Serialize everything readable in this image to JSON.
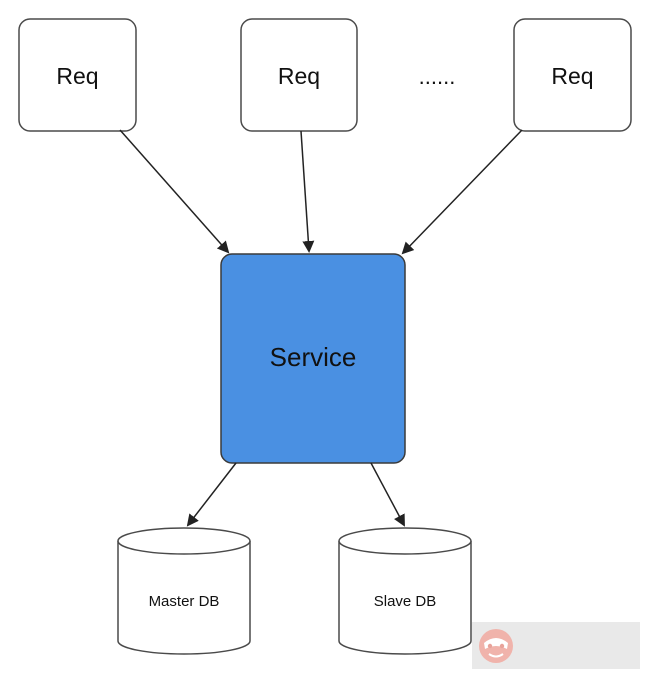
{
  "nodes": {
    "req_1": "Req",
    "req_2": "Req",
    "ellipsis": "......",
    "req_3": "Req",
    "service": "Service",
    "master_db": "Master DB",
    "slave_db": "Slave DB"
  },
  "colors": {
    "service_fill": "#4a90e2",
    "service_stroke": "#3a3a3a",
    "node_stroke": "#4a4a4a",
    "arrow": "#222222",
    "watermark_bg": "#e9e9e9",
    "watermark_icon": "#e8a39a"
  },
  "icons": {
    "watermark": "monkey-face-icon"
  }
}
